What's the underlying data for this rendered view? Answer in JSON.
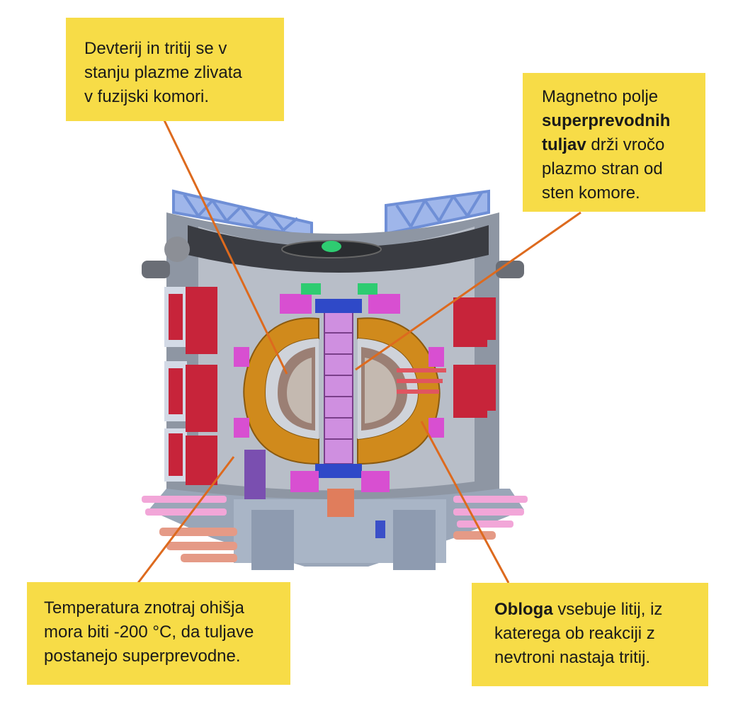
{
  "callouts": {
    "top_left": {
      "lines": [
        "Devterij in tritij se v",
        "stanju plazme zlivata",
        "v fuzijski komori."
      ]
    },
    "top_right": {
      "line1": "Magnetno polje",
      "bold1": "superprevodnih",
      "bold2": "tuljav",
      "rest2": " drži vročo",
      "line4": "plazmo stran od",
      "line5": "sten komore."
    },
    "bottom_left": {
      "lines": [
        "Temperatura znotraj ohišja",
        "mora biti -200 °C, da tuljave",
        "postanejo superprevodne."
      ]
    },
    "bottom_right": {
      "bold1": "Obloga",
      "rest1": " vsebuje litij, iz",
      "line2": "katerega ob reakciji z",
      "line3": "nevtroni nastaja tritij."
    }
  },
  "colors": {
    "callout_bg": "#f7dc47",
    "leader": "#dd6a1e",
    "coil": "#d08a1c",
    "frame": "#8aa9e0",
    "panel": "#c7243a"
  }
}
